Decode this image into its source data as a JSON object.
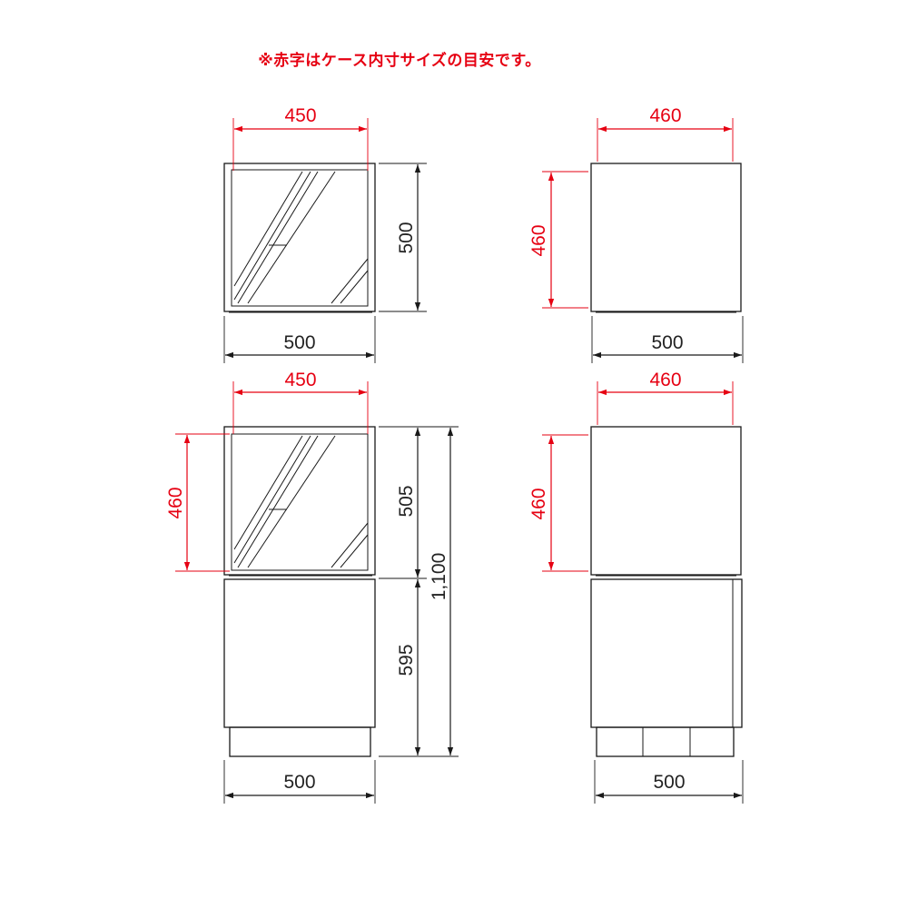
{
  "note": "※赤字はケース内寸サイズの目安です。",
  "colors": {
    "inner_dimension": "#e60012",
    "outer_dimension": "#222222"
  },
  "views": [
    {
      "id": "single-front",
      "dims": {
        "inner_width": "450",
        "outer_height": "500",
        "outer_width": "500"
      }
    },
    {
      "id": "single-side",
      "dims": {
        "inner_width": "460",
        "inner_height": "460",
        "outer_width": "500"
      }
    },
    {
      "id": "stacked-front",
      "dims": {
        "inner_width": "450",
        "inner_height": "460",
        "upper_height": "505",
        "lower_height": "595",
        "total_height": "1,100",
        "outer_width": "500"
      }
    },
    {
      "id": "stacked-side",
      "dims": {
        "inner_width": "460",
        "inner_height": "460",
        "outer_width": "500"
      }
    }
  ]
}
